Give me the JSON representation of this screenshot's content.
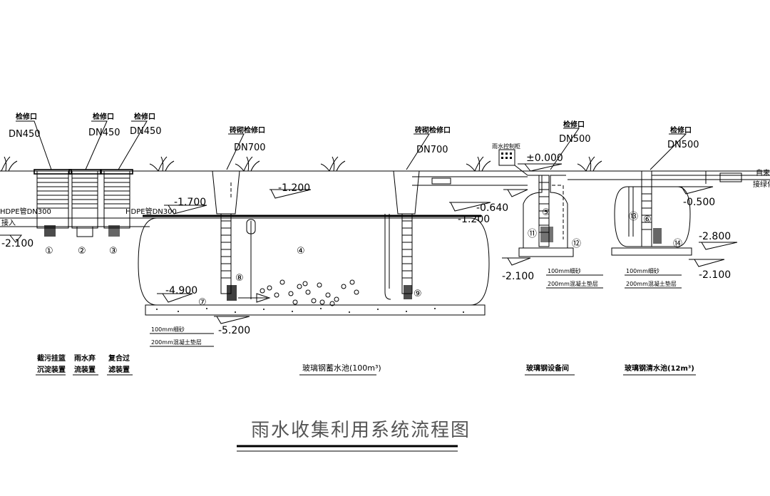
{
  "title": "雨水收集利用系统流程图",
  "inspection_openings": [
    {
      "label": "检修口",
      "size": "DN450"
    },
    {
      "label": "检修口",
      "size": "DN450"
    },
    {
      "label": "检修口",
      "size": "DN450"
    },
    {
      "label": "砖砌检修口",
      "size": "DN700"
    },
    {
      "label": "砖砌检修口",
      "size": "DN700"
    },
    {
      "label": "检修口",
      "size": "DN500"
    },
    {
      "label": "检修口",
      "size": "DN500"
    }
  ],
  "pipes": {
    "left_inlet_line1": "HDPE管DN300",
    "left_inlet_line2": "接入",
    "middle_pipe": "HDPE管DN300"
  },
  "control_cabinet": "雨水控制柜",
  "tap_water_line1": "自来",
  "tap_water_line2": "接绿化",
  "elevations": {
    "ground": "±0.000",
    "left_inlet": "-2.100",
    "tank_top": "-1.700",
    "tank_top_right": "-1.200",
    "tank_top_right2": "-1.200",
    "tank_water": "-4.900",
    "tank_bottom": "-5.200",
    "equip_room": "-0.640",
    "equip_bottom": "-2.100",
    "clear_top": "-0.500",
    "clear_level": "-2.800",
    "clear_bottom": "-2.100"
  },
  "bedding": {
    "sand": "100mm细砂",
    "concrete": "200mm混凝土垫层"
  },
  "markers": [
    "①",
    "②",
    "③",
    "④",
    "⑤",
    "⑥",
    "⑦",
    "⑧",
    "⑨",
    "⑪",
    "⑫",
    "⑬",
    "⑭"
  ],
  "captions": {
    "device1_line1": "截污挂篮",
    "device1_line2": "沉淀装置",
    "device2_line1": "雨水弃",
    "device2_line2": "流装置",
    "device3_line1": "复合过",
    "device3_line2": "滤装置",
    "storage_tank": "玻璃钢蓄水池(100m³)",
    "equipment_room": "玻璃钢设备间",
    "clear_tank": "玻璃钢清水池(12m³)"
  }
}
